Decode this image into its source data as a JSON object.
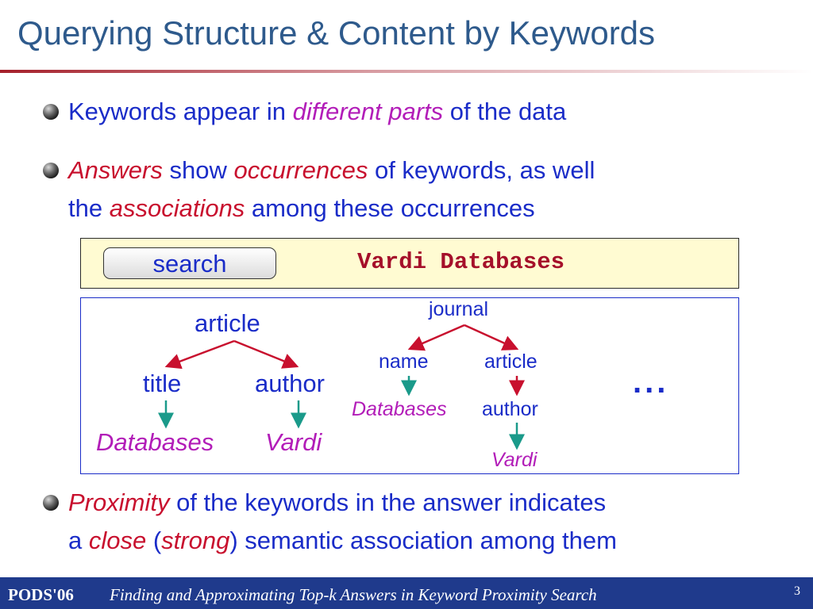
{
  "title": "Querying Structure & Content by Keywords",
  "bullets": {
    "b1": {
      "t1": "Keywords appear in ",
      "t2": "different parts",
      "t3": " of the data"
    },
    "b2": {
      "t1": "Answers",
      "t2": " show ",
      "t3": "occurrences",
      "t4": " of keywords, as well",
      "t5": "the ",
      "t6": "associations",
      "t7": " among these occurrences"
    },
    "b3": {
      "t1": "Proximity",
      "t2": " of the keywords in the answer indicates",
      "t3": "a ",
      "t4": "close",
      "t5": " (",
      "t6": "strong",
      "t7": ") semantic association among them"
    }
  },
  "search": {
    "button_label": "search",
    "query": "Vardi Databases"
  },
  "tree1": {
    "root": "article",
    "left": "title",
    "right": "author",
    "left_value": "Databases",
    "right_value": "Vardi"
  },
  "tree2": {
    "root": "journal",
    "left": "name",
    "right": "article",
    "left_value": "Databases",
    "right_child": "author",
    "right_value": "Vardi"
  },
  "ellipsis": "...",
  "footer": {
    "conference": "PODS'06",
    "paper_title": "Finding and Approximating Top-k Answers in Keyword Proximity Search",
    "page": "3"
  },
  "colors": {
    "title": "#2e5a8c",
    "text": "#1a2cc8",
    "emphasis_magenta": "#b21db8",
    "emphasis_red": "#c8102e",
    "query": "#a5102a",
    "arrow_red": "#c8102e",
    "arrow_teal": "#1a9a8a",
    "footer": "#1f3a8c",
    "search_box": "#fffbd2"
  }
}
